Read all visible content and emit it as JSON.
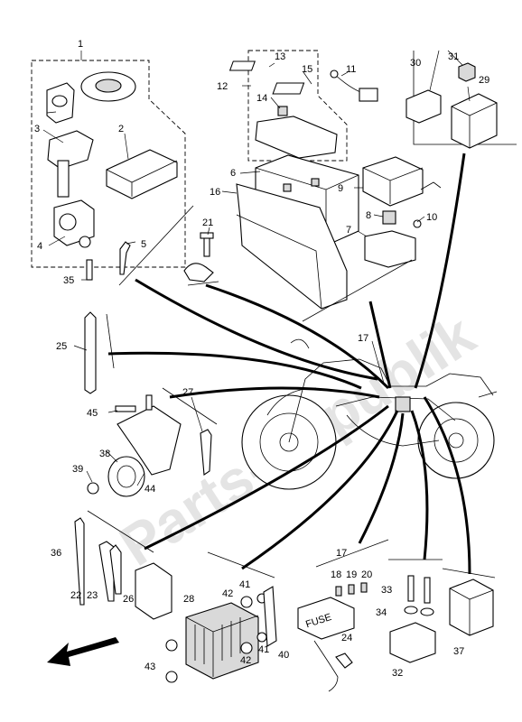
{
  "watermark": "Parts-Republik",
  "callouts": {
    "c1": "1",
    "c2": "2",
    "c3": "3",
    "c4": "4",
    "c5": "5",
    "c6": "6",
    "c7": "7",
    "c8": "8",
    "c9": "9",
    "c10": "10",
    "c11": "11",
    "c12": "12",
    "c13": "13",
    "c14": "14",
    "c15": "15",
    "c16": "16",
    "c17a": "17",
    "c17b": "17",
    "c18": "18",
    "c19": "19",
    "c20": "20",
    "c21": "21",
    "c22": "22",
    "c23": "23",
    "c24": "24",
    "c25": "25",
    "c26": "26",
    "c27": "27",
    "c28": "28",
    "c29": "29",
    "c30": "30",
    "c31": "31",
    "c32": "32",
    "c33": "33",
    "c34": "34",
    "c35": "35",
    "c36": "36",
    "c37": "37",
    "c38": "38",
    "c39": "39",
    "c40": "40",
    "c41a": "41",
    "c41b": "41",
    "c42a": "42",
    "c42b": "42",
    "c43": "43",
    "c44": "44",
    "c45": "45"
  },
  "fuse_label": "FUSE",
  "colors": {
    "line": "#000000",
    "shade": "#d9d9d9",
    "watermark": "#e4e4e4"
  }
}
